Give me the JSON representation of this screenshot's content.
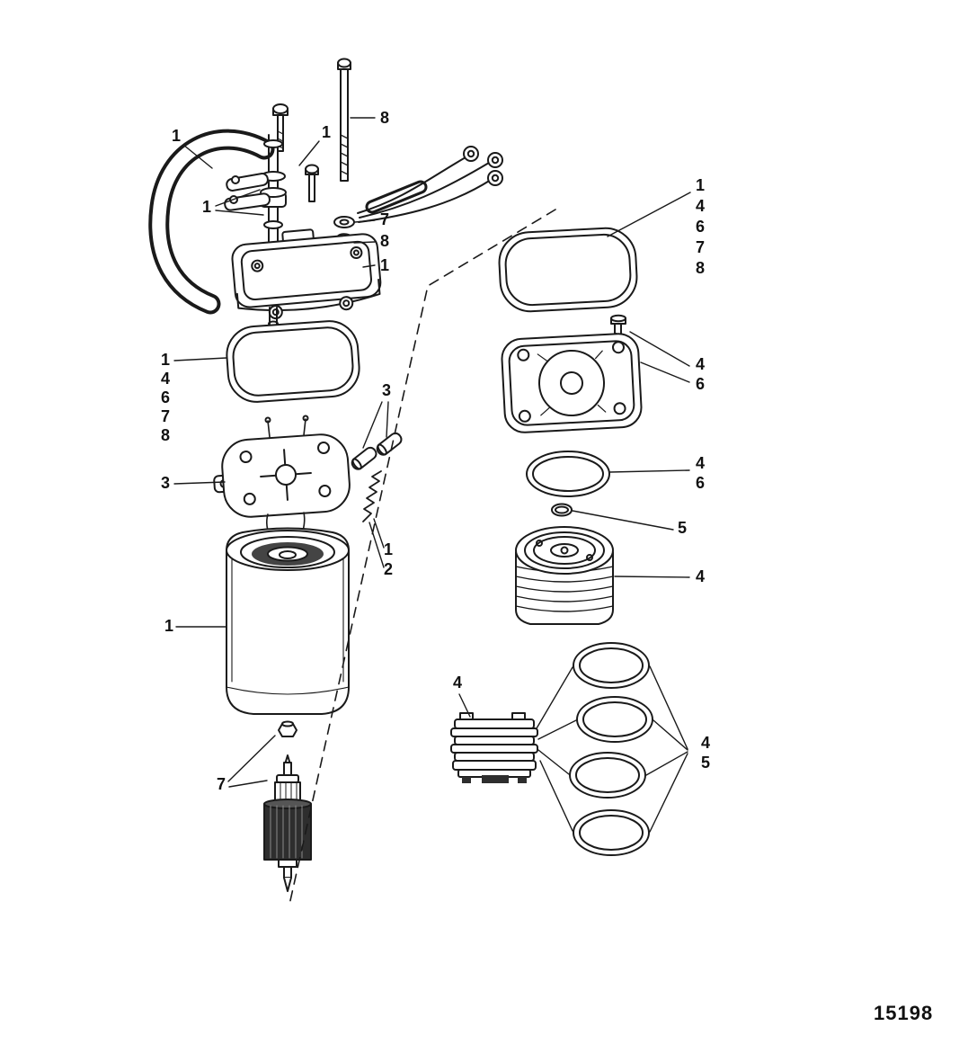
{
  "figure": {
    "drawing_number": "15198"
  },
  "colors": {
    "ink": "#1a1a1a",
    "paper": "#ffffff"
  },
  "callouts": {
    "hose": "1",
    "long_bolt": "8",
    "top_screws": "1",
    "tube_clamps": "1",
    "washer": "7",
    "nut": "8",
    "top_cover": "1",
    "left_gasket": [
      "1",
      "4",
      "6",
      "7",
      "8"
    ],
    "brushes": "3",
    "brush_plate": "3",
    "spring_a": "1",
    "spring_b": "2",
    "motor_housing": "1",
    "armature": "7",
    "right_gasket": [
      "1",
      "4",
      "6",
      "7",
      "8"
    ],
    "pump_cover": [
      "4",
      "6"
    ],
    "pump_oring": [
      "4",
      "6"
    ],
    "small_oring": "5",
    "pump_assembly": "4",
    "valve_body": "4",
    "oring_set": [
      "4",
      "5"
    ]
  }
}
